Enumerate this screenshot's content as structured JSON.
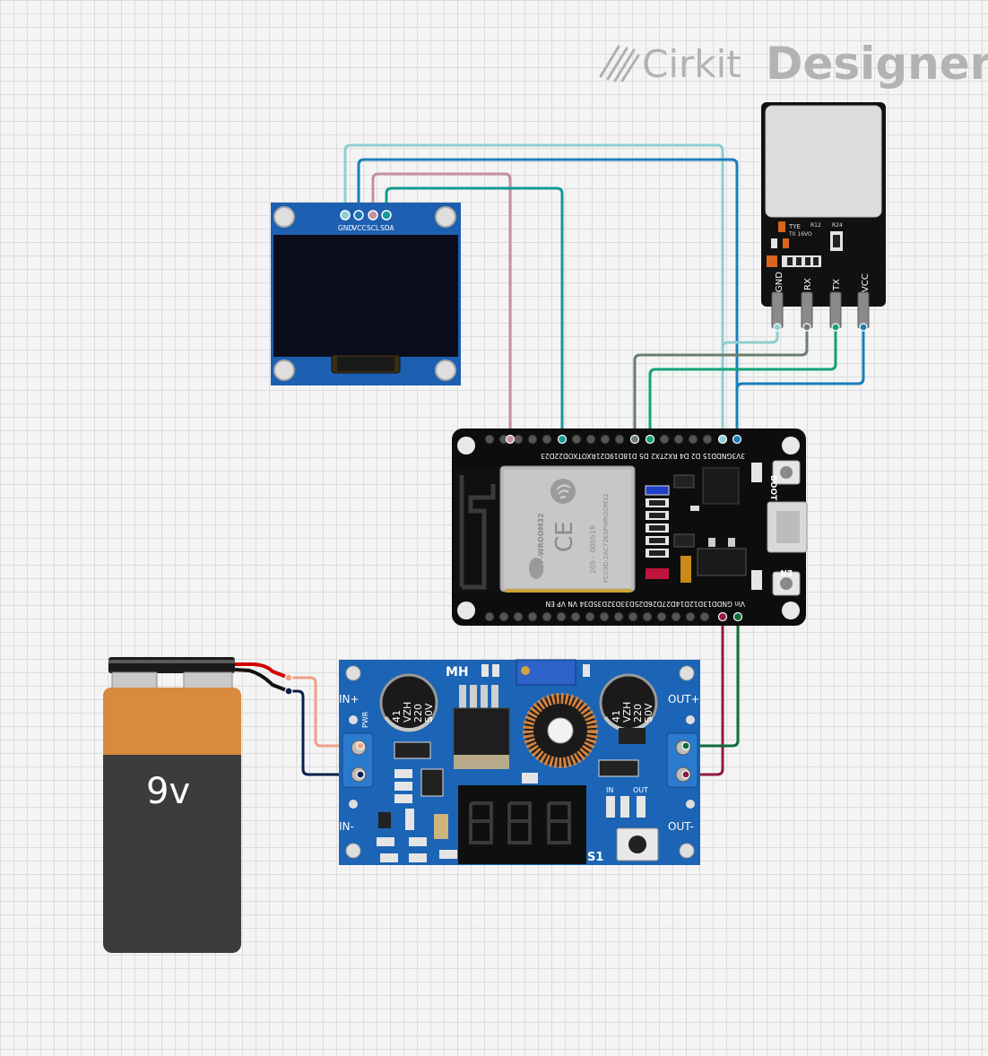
{
  "branding": {
    "logo_light": "Cirkit",
    "logo_bold": "Designer"
  },
  "oled": {
    "pins": [
      "GND",
      "VCC",
      "SCL",
      "SDA"
    ]
  },
  "sensor": {
    "pins": [
      "GND",
      "RX",
      "TX",
      "VCC"
    ],
    "silk_tye": "TYE",
    "silk_r12": "R12",
    "silk_r24": "R24",
    "silk_t0": "T0 16VO"
  },
  "esp32": {
    "top_pins": "3V3GNDD15 D2  D4 RX2TX2 D5 D18D19D21RXOTXOD22D23",
    "bottom_pins": "Vin GNDD13D12D14D27D26D25D33D32D35D34 VN VP EN",
    "module_name": "ESP-WROOM32",
    "module_code": "205 - 000519",
    "fcc": "FCC9D:2AC72ESPWROOM32",
    "boot_label": "BOOT",
    "en_label": "EN"
  },
  "buck": {
    "brand": "MH",
    "in_plus": "IN+",
    "in_minus": "IN-",
    "out_plus": "OUT+",
    "out_minus": "OUT-",
    "pwr": "PWR",
    "cap_text": [
      "41",
      "VZH",
      "220",
      "50V"
    ],
    "in_label": "IN",
    "out_label": "OUT",
    "s1": "S1"
  },
  "battery": {
    "label": "9v"
  },
  "wires": {
    "oled_gnd": "#8ecfcf",
    "oled_vcc": "#1a7fb8",
    "oled_scl": "#c78f9e",
    "oled_sda": "#159a95",
    "sensor_gnd": "#8ecfcf",
    "sensor_rx": "#6b7d6b",
    "sensor_tx": "#12a27a",
    "sensor_vcc": "#1a7fb8",
    "vin": "#8f1a3f",
    "gnd": "#0f6b3a",
    "batt_pos": "#f0a08a",
    "batt_neg": "#0a1f4a"
  }
}
